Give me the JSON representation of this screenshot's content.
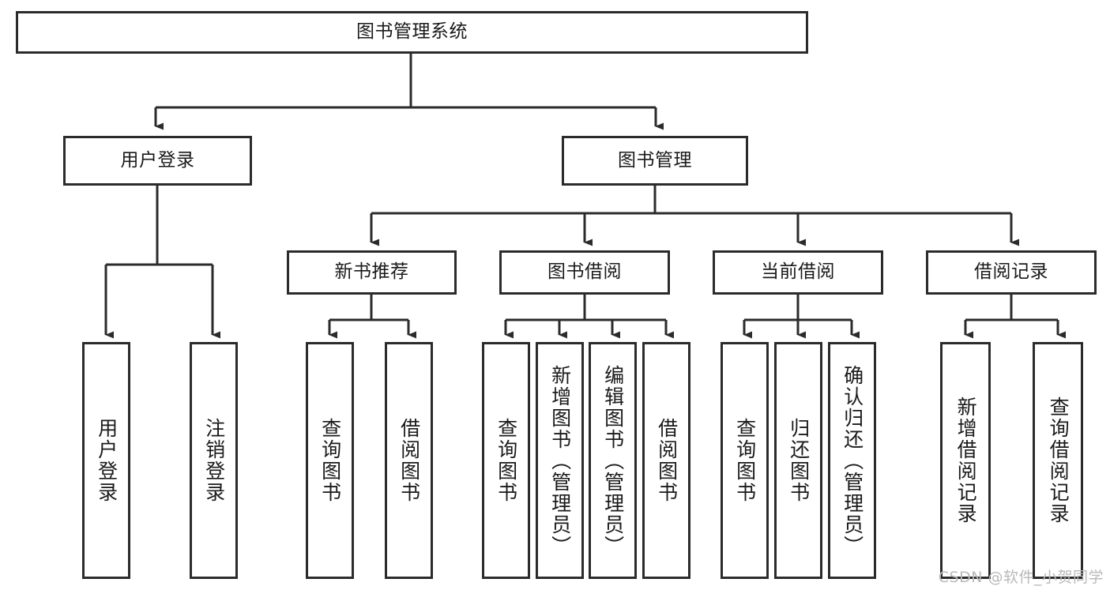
{
  "diagram": {
    "title": "图书管理系统",
    "type": "tree",
    "stroke_color": "#2b2b2b",
    "fill_color": "#ffffff",
    "text_color": "#1a1a1a"
  },
  "nodes": {
    "root": {
      "label": "图书管理系统",
      "level": 0
    },
    "level1": [
      {
        "label": "用户登录",
        "level": 1
      },
      {
        "label": "图书管理",
        "level": 1
      }
    ],
    "level2": [
      {
        "label": "新书推荐",
        "level": 2
      },
      {
        "label": "图书借阅",
        "level": 2
      },
      {
        "label": "当前借阅",
        "level": 2
      },
      {
        "label": "借阅记录",
        "level": 2
      }
    ],
    "leaves": {
      "user_login": [
        {
          "label": "用户登录"
        },
        {
          "label": "注销登录"
        }
      ],
      "new_book_recommend": [
        {
          "label": "查询图书"
        },
        {
          "label": "借阅图书"
        }
      ],
      "book_borrow": [
        {
          "label": "查询图书"
        },
        {
          "label": "新增图书（管理员）"
        },
        {
          "label": "编辑图书（管理员）"
        },
        {
          "label": "借阅图书"
        }
      ],
      "current_borrow": [
        {
          "label": "查询图书"
        },
        {
          "label": "归还图书"
        },
        {
          "label": "确认归还（管理员）"
        }
      ],
      "borrow_record": [
        {
          "label": "新增借阅记录"
        },
        {
          "label": "查询借阅记录"
        }
      ]
    }
  },
  "watermark": {
    "text": "CSDN @软件_小贺同学"
  }
}
